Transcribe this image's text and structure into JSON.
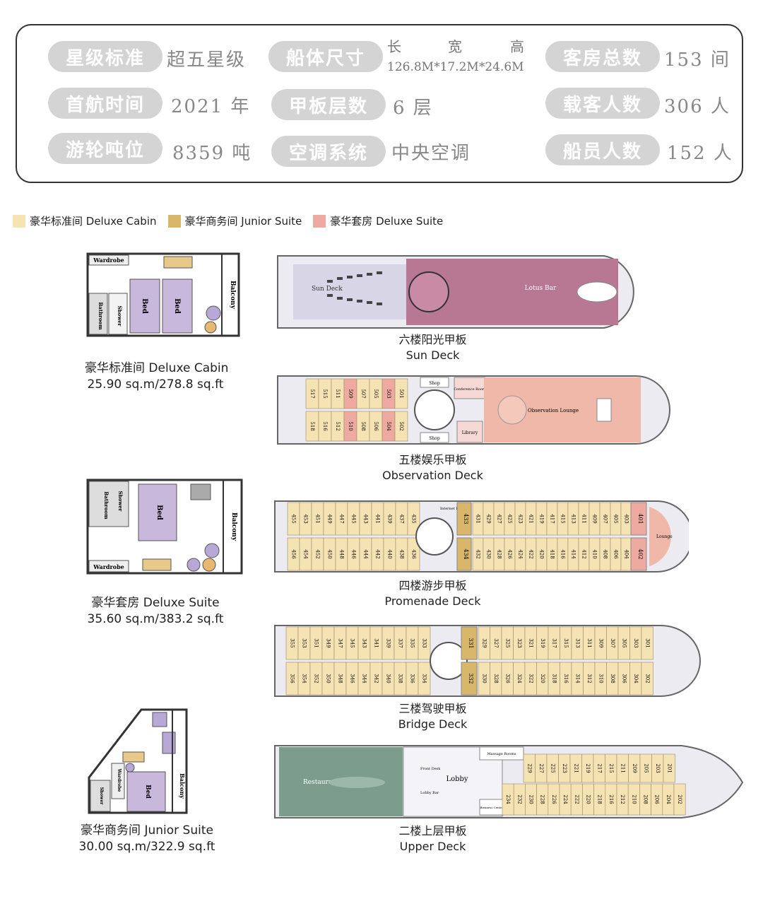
{
  "colors": {
    "deluxe_cabin": "#f6e3b4",
    "junior_suite": "#d8b76a",
    "deluxe_suite": "#eeaaa0",
    "pill": "#d4d4d4"
  },
  "specs": {
    "star_label": "星级标准",
    "star_value": "超五星级",
    "size_label": "船体尺寸",
    "size_head_l": "长",
    "size_head_w": "宽",
    "size_head_h": "高",
    "size_value": "126.8M*17.2M*24.6M",
    "rooms_label": "客房总数",
    "rooms_value": "153 间",
    "voyage_label": "首航时间",
    "voyage_value": "2021 年",
    "decks_label": "甲板层数",
    "decks_value": "6 层",
    "pax_label": "载客人数",
    "pax_value": "306 人",
    "tonnage_label": "游轮吨位",
    "tonnage_value": "8359 吨",
    "ac_label": "空调系统",
    "ac_value": "中央空调",
    "crew_label": "船员人数",
    "crew_value": "152 人"
  },
  "legend": [
    {
      "label": "豪华标准间 Deluxe Cabin"
    },
    {
      "label": "豪华商务间 Junior Suite"
    },
    {
      "label": "豪华套房 Deluxe Suite"
    }
  ],
  "rooms": {
    "deluxe_cabin": {
      "name": "豪华标准间  Deluxe Cabin",
      "area": "25.90 sq.m/278.8 sq.ft"
    },
    "deluxe_suite": {
      "name": "豪华套房  Deluxe Suite",
      "area": "35.60 sq.m/383.2 sq.ft"
    },
    "junior_suite": {
      "name": "豪华商务间  Junior Suite",
      "area": "30.00 sq.m/322.9 sq.ft"
    }
  },
  "plan_labels": {
    "wardrobe": "Wardrobe",
    "bathroom": "Bathroom",
    "shower": "Shower",
    "bed": "Bed",
    "balcony": "Balcony"
  },
  "decks": {
    "sun": {
      "cn": "六楼阳光甲板",
      "en": "Sun Deck",
      "area_left": "Sun Deck",
      "area_right": "Lotus Bar"
    },
    "observation": {
      "cn": "五楼娱乐甲板",
      "en": "Observation Deck",
      "lounge": "Observation Lounge",
      "shop": "Shop",
      "conference": "Conference Room",
      "library": "Library",
      "top_row": [
        "517",
        "515",
        "511",
        "509",
        "507",
        "505",
        "503",
        "501"
      ],
      "bottom_row": [
        "518",
        "516",
        "512",
        "510",
        "508",
        "506",
        "504",
        "502"
      ]
    },
    "promenade": {
      "cn": "四楼游步甲板",
      "en": "Promenade Deck",
      "lounge": "Lounge",
      "internet": "Internet Bar",
      "top_left": [
        "455",
        "453",
        "451",
        "449",
        "447",
        "445",
        "443",
        "441",
        "439",
        "437",
        "435"
      ],
      "bottom_left": [
        "456",
        "454",
        "452",
        "450",
        "448",
        "446",
        "444",
        "442",
        "440",
        "438",
        "436"
      ],
      "top_right": [
        "431",
        "429",
        "427",
        "425",
        "423",
        "421",
        "419",
        "417",
        "415",
        "413",
        "411",
        "409",
        "407",
        "405",
        "403"
      ],
      "bottom_right": [
        "432",
        "430",
        "428",
        "426",
        "424",
        "422",
        "420",
        "418",
        "416",
        "414",
        "412",
        "410",
        "408",
        "406",
        "404"
      ],
      "mid_top": "433",
      "mid_bottom": "434",
      "end_top": "401",
      "end_bottom": "402"
    },
    "bridge": {
      "cn": "三楼驾驶甲板",
      "en": "Bridge Deck",
      "top_left": [
        "355",
        "353",
        "351",
        "349",
        "347",
        "345",
        "343",
        "341",
        "339",
        "337",
        "335",
        "333"
      ],
      "bottom_left": [
        "356",
        "354",
        "352",
        "350",
        "348",
        "346",
        "344",
        "342",
        "340",
        "338",
        "336",
        "334"
      ],
      "top_right": [
        "329",
        "327",
        "325",
        "323",
        "321",
        "319",
        "317",
        "315",
        "313",
        "311",
        "309",
        "307",
        "305",
        "303",
        "301"
      ],
      "bottom_right": [
        "330",
        "328",
        "326",
        "324",
        "322",
        "320",
        "318",
        "316",
        "314",
        "312",
        "310",
        "308",
        "306",
        "304",
        "302"
      ],
      "mid_top": "331",
      "mid_bottom": "332"
    },
    "upper": {
      "cn": "二楼上层甲板",
      "en": "Upper Deck",
      "restaurant": "Restaurant",
      "lobby": "Lobby",
      "massage": "Massage Rooms",
      "business": "Business Center",
      "front_desk": "Front Desk",
      "lobby_bar": "Lobby Bar",
      "top_row": [
        "229",
        "227",
        "225",
        "223",
        "221",
        "219",
        "217",
        "215",
        "211",
        "209",
        "205",
        "203",
        "201"
      ],
      "bottom_row": [
        "234",
        "232",
        "230",
        "228",
        "226",
        "224",
        "222",
        "220",
        "218",
        "216",
        "212",
        "210",
        "208",
        "206",
        "204",
        "202"
      ]
    }
  }
}
